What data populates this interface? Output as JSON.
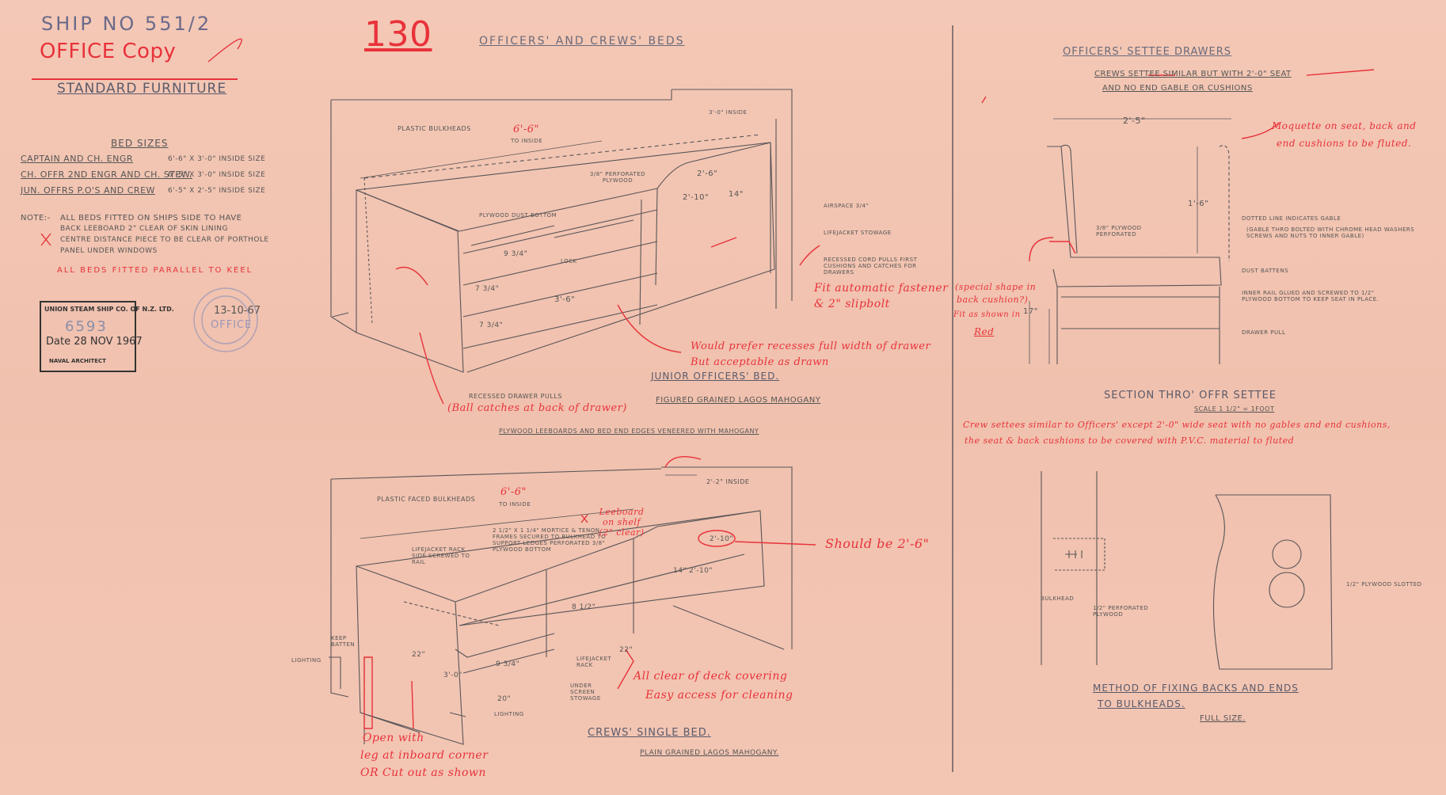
{
  "header": {
    "ship_no": "SHIP No 551/2",
    "office_copy": "OFFICE Copy",
    "standard_furniture": "STANDARD FURNITURE",
    "drawing_number": "130"
  },
  "bed_sizes": {
    "title": "BED SIZES",
    "rows": [
      {
        "label": "CAPTAIN AND CH. ENGR",
        "size": "6'-6\" x 3'-0\" INSIDE SIZE"
      },
      {
        "label": "CH. OFFR 2ND ENGR AND CH. STEW.",
        "size": "6'-5\" x 3'-0\" INSIDE SIZE"
      },
      {
        "label": "JUN. OFFRS P.O'S AND CREW",
        "size": "6'-5\" x 2'-5\" INSIDE SIZE"
      }
    ],
    "note_label": "NOTE:-",
    "notes": [
      "ALL BEDS FITTED ON SHIPS SIDE TO HAVE",
      "BACK LEEBOARD 2\" CLEAR OF SKIN LINING",
      "CENTRE DISTANCE PIECE TO BE CLEAR OF PORTHOLE",
      "PANEL UNDER WINDOWS"
    ],
    "red_note": "ALL BEDS FITTED PARALLEL TO KEEL"
  },
  "stamp": {
    "company": "UNION STEAM SHIP CO. OF N.Z. LTD.",
    "number": "6593",
    "date": "Date 28 NOV 1967",
    "dept": "NAVAL ARCHITECT",
    "received_date": "13-10-67",
    "round_stamp": "OFFICE"
  },
  "beds_section": {
    "title": "OFFICERS' AND CREWS' BEDS",
    "junior_title": "JUNIOR OFFICERS' BED.",
    "junior_material": "FIGURED GRAINED LAGOS MAHOGANY",
    "plywood_note": "PLYWOOD LEEBOARDS AND BED END EDGES VENEERED WITH MAHOGANY",
    "junior_labels": {
      "bulkheads": "PLASTIC BULKHEADS",
      "length": "6'-6\"",
      "length_inside": "TO INSIDE",
      "inside": "3'-0\" INSIDE",
      "perforated": "3/8\" PERFORATED PLYWOOD",
      "dust": "PLYWOOD DUST BOTTOM",
      "airspace": "AIRSPACE 3/4\"",
      "lifejacket": "LIFEJACKET STOWAGE",
      "cord_pulls": "RECESSED CORD PULLS FIRST CUSHIONS AND CATCHES FOR DRAWERS",
      "d1": "2'-6\"",
      "d2": "2'-10\"",
      "d3": "14\"",
      "d4": "3'-6\"",
      "d5": "9 3/4\"",
      "d6": "7 3/4\"",
      "d7": "7 3/4\"",
      "lock": "LOCK",
      "recessed": "RECESSED DRAWER PULLS"
    },
    "red_notes_junior": [
      "Fit automatic fastener",
      "& 2\" slipbolt",
      "Would prefer recesses full width of drawer",
      "But acceptable as drawn",
      "(Ball catches at back of drawer)"
    ],
    "crews_title": "CREWS' SINGLE BED.",
    "crews_material": "PLAIN GRAINED LAGOS MAHOGANY.",
    "crews_labels": {
      "bulkheads": "PLASTIC FACED BULKHEADS",
      "length": "6'-6\"",
      "length_inside": "TO INSIDE",
      "inside": "2'-2\" INSIDE",
      "mortice": "2 1/2\" x 1 1/4\" MORTICE & TENON FRAMES SECURED TO BULKHEAD TO SUPPORT LEDGES PERFORATED 3/8\" PLYWOOD BOTTOM",
      "lifejacket_rack": "LIFEJACKET RACK SIDE SCREWED TO RAIL",
      "d1": "2'-10\"",
      "d2": "2'-10\"",
      "d3": "14\"",
      "d4": "8 1/2\"",
      "d5": "22\"",
      "d6": "9 3/4\"",
      "d7": "3'-0\"",
      "d8": "20\"",
      "d9": "22\"",
      "keep": "KEEP BATTEN",
      "lighting": "LIGHTING",
      "lifejacket": "LIFEJACKET RACK",
      "under_screen": "UNDER SCREEN STOWAGE",
      "lighting2": "LIGHTING"
    },
    "red_notes_crews": [
      "Should be 2'-6\"",
      "Leeboard on shelf (2\" clear)",
      "All clear of deck covering",
      "Easy access for cleaning",
      "Open with",
      "leg at inboard corner",
      "OR Cut out as shown"
    ]
  },
  "settee_section": {
    "title": "OFFICERS' SETTEE DRAWERS",
    "subtitle_1": "CREWS SETTEE SIMILAR BUT WITH 2'-0\" SEAT",
    "subtitle_2": "AND NO END GABLE OR CUSHIONS",
    "width": "2'-5\"",
    "height": "1'-6\"",
    "seat_height": "17\"",
    "labels": {
      "plywood": "3/8\" PLYWOOD PERFORATED",
      "dotted": "DOTTED LINE INDICATES GABLE",
      "gable": "(GABLE THRO BOLTED WITH CHROME HEAD WASHERS SCREWS AND NUTS TO INNER GABLE)",
      "dust": "DUST BATTENS",
      "inner": "INNER RAIL GLUED AND SCREWED TO 1/2\" PLYWOOD BOTTOM TO KEEP SEAT IN PLACE.",
      "drawer_pull": "DRAWER PULL"
    },
    "red_notes": [
      "Moquette on seat, back and",
      "end cushions to be fluted.",
      "(special shape in",
      "back cushion?)",
      "Fit as shown in",
      "Red"
    ],
    "section_title": "SECTION THRO' OFFR SETTEE",
    "scale": "SCALE 1 1/2\" = 1FOOT",
    "crew_note_1": "Crew settees similar to Officers' except 2'-0\" wide seat with no gables and end cushions,",
    "crew_note_2": "the seat & back cushions to be covered with P.V.C. material to fluted"
  },
  "method_section": {
    "title_1": "METHOD OF FIXING BACKS AND ENDS",
    "title_2": "TO BULKHEADS.",
    "scale": "FULL SIZE.",
    "bulkhead": "BULKHEAD",
    "perforated": "1/2\" PERFORATED PLYWOOD",
    "slotted": "1/2\" PLYWOOD SLOTTED"
  }
}
